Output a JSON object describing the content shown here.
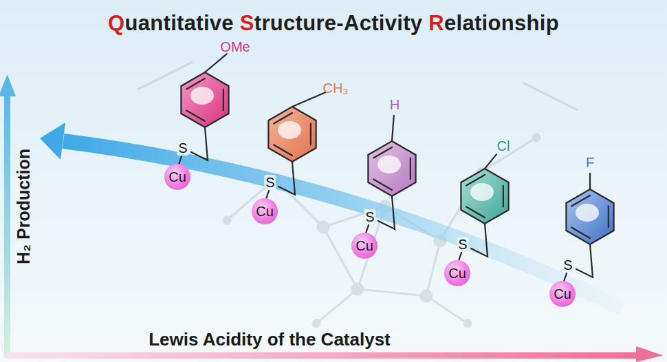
{
  "diagram": {
    "title": "Quantitative Structure-Activity Relationship",
    "nodes": [
      {
        "text": [
          "Cu"
        ]
      },
      {
        "text": [
          "Cu"
        ]
      },
      {
        "text": [
          "Cu"
        ]
      },
      {
        "text": [
          "Cu"
        ]
      },
      {
        "text": [
          "Cu"
        ]
      }
    ],
    "labels": [
      "OMe",
      "CH₃",
      "H",
      "Cl",
      "F",
      "S",
      "S",
      "S",
      "S",
      "S",
      "H₂ Production",
      "Lewis Acidity of the Catalyst"
    ]
  }
}
